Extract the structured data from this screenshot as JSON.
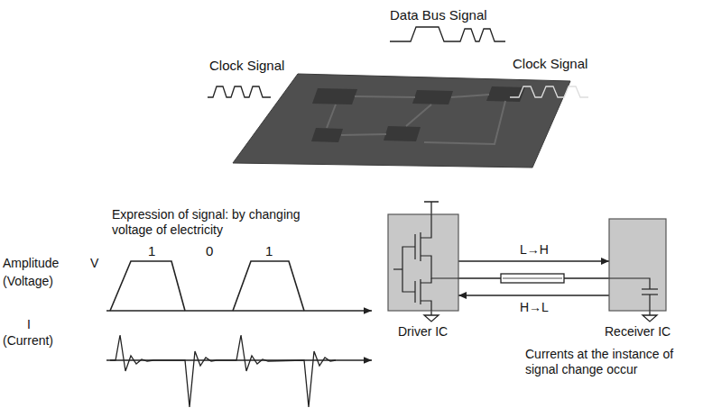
{
  "diagram": {
    "nodes": [
      {
        "text": [
          "Driver IC"
        ]
      },
      {
        "text": [
          "Receiver IC"
        ]
      }
    ],
    "edges": [
      {
        "from": 0,
        "to": 1,
        "arrow": "to",
        "label": "L→H"
      },
      {
        "from": 1,
        "to": 0,
        "arrow": "to",
        "label": "H→L"
      }
    ],
    "labels": [
      "Data Bus Signal",
      "Clock Signal",
      "Clock Signal",
      "Expression of signal: by changing voltage of electricity",
      "1",
      "0",
      "1",
      "Amplitude",
      "V",
      "(Voltage)",
      "I",
      "(Current)",
      "Currents at the instance of signal change occur"
    ]
  }
}
